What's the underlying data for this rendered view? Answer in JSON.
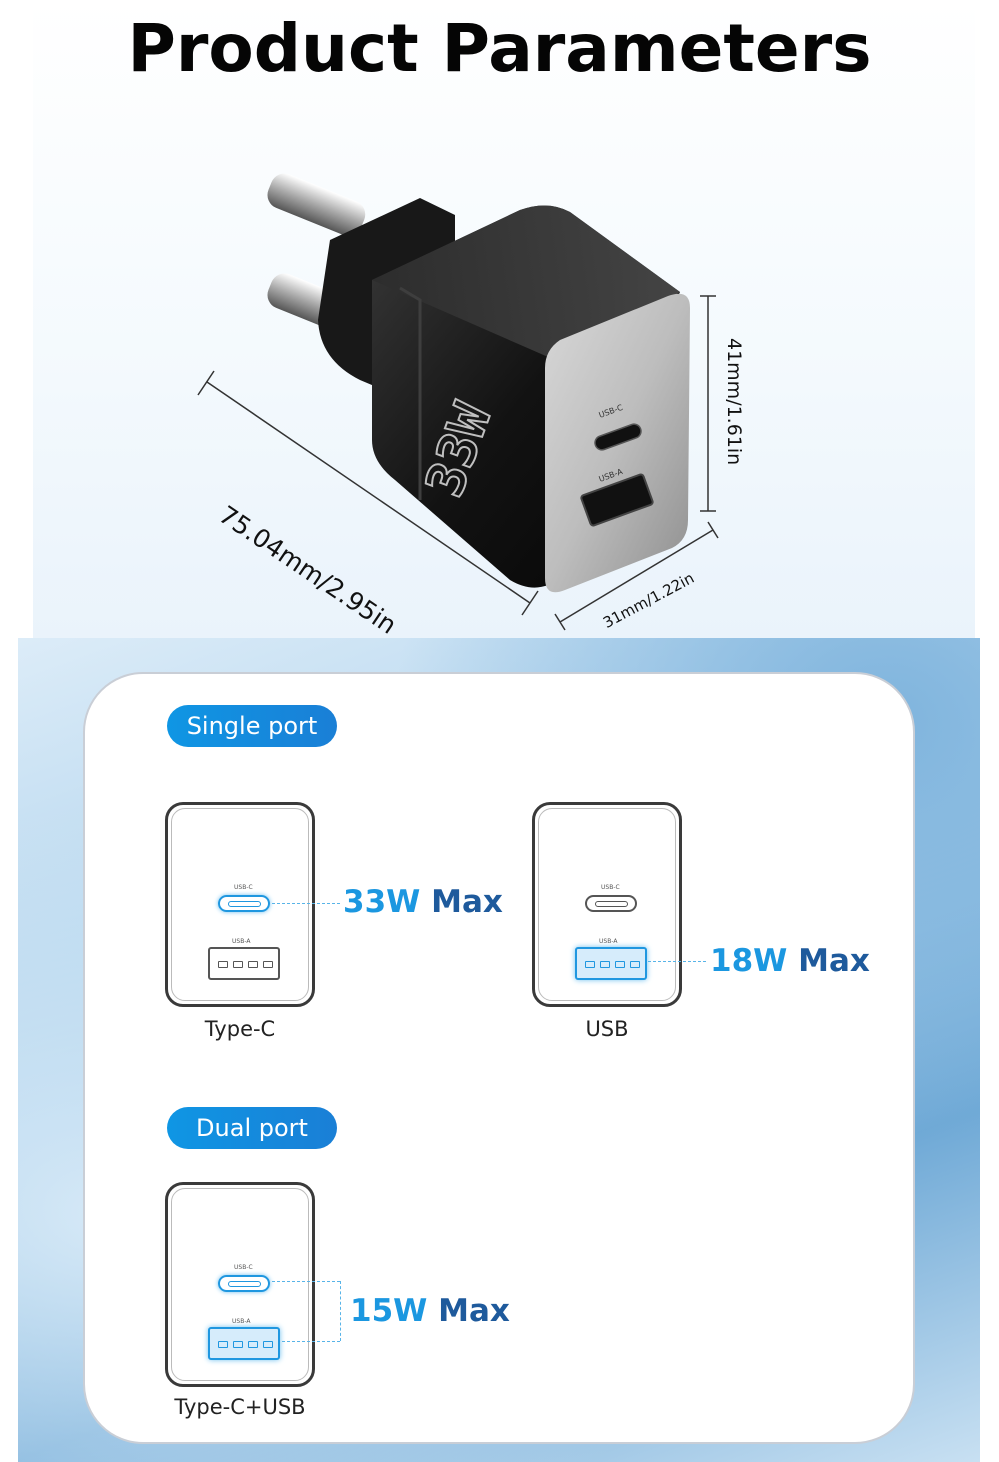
{
  "title": "Product Parameters",
  "product": {
    "brand_mark": "33W",
    "port_labels": {
      "usb_c": "USB-C",
      "usb_a": "USB-A"
    },
    "dimensions": {
      "length": "75.04mm/2.95in",
      "height": "41mm/1.61in",
      "width": "31mm/1.22in"
    }
  },
  "single_port": {
    "badge": "Single port",
    "items": [
      {
        "caption": "Type-C",
        "power": "33W",
        "max": "Max",
        "active": "usb-c"
      },
      {
        "caption": "USB",
        "power": "18W",
        "max": "Max",
        "active": "usb-a"
      }
    ]
  },
  "dual_port": {
    "badge": "Dual port",
    "items": [
      {
        "caption": "Type-C+USB",
        "power": "15W",
        "max": "Max",
        "active": "both"
      }
    ]
  },
  "face_labels": {
    "usb_c": "USB-C",
    "usb_a": "USB-A"
  },
  "colors": {
    "accent_blue": "#1b97e0",
    "dark_blue": "#1e5a9c",
    "charger_body": "#151515"
  }
}
